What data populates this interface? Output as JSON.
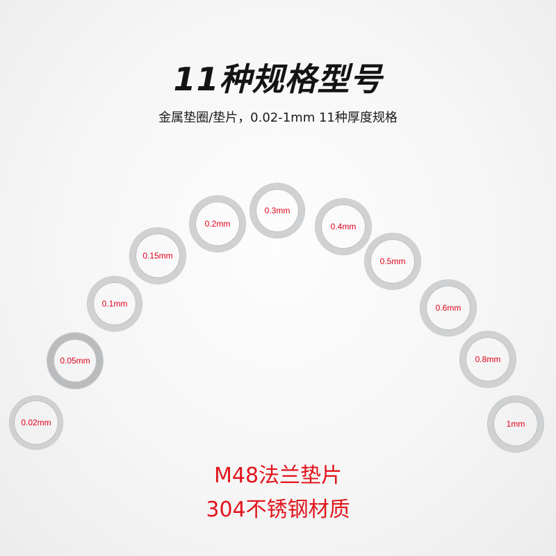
{
  "heading": {
    "title": "11种规格型号",
    "subtitle": "金属垫圈/垫片，0.02-1mm 11种厚度规格"
  },
  "washers": [
    {
      "label": "0.02mm"
    },
    {
      "label": "0.05mm"
    },
    {
      "label": "0.1mm"
    },
    {
      "label": "0.15mm"
    },
    {
      "label": "0.2mm"
    },
    {
      "label": "0.3mm"
    },
    {
      "label": "0.4mm"
    },
    {
      "label": "0.5mm"
    },
    {
      "label": "0.6mm"
    },
    {
      "label": "0.8mm"
    },
    {
      "label": "1mm"
    }
  ],
  "footer": {
    "line1": "M48法兰垫片",
    "line2": "304不锈钢材质"
  },
  "colors": {
    "label_red": "#e0001b",
    "washer_metal": "#cfd1d3"
  }
}
